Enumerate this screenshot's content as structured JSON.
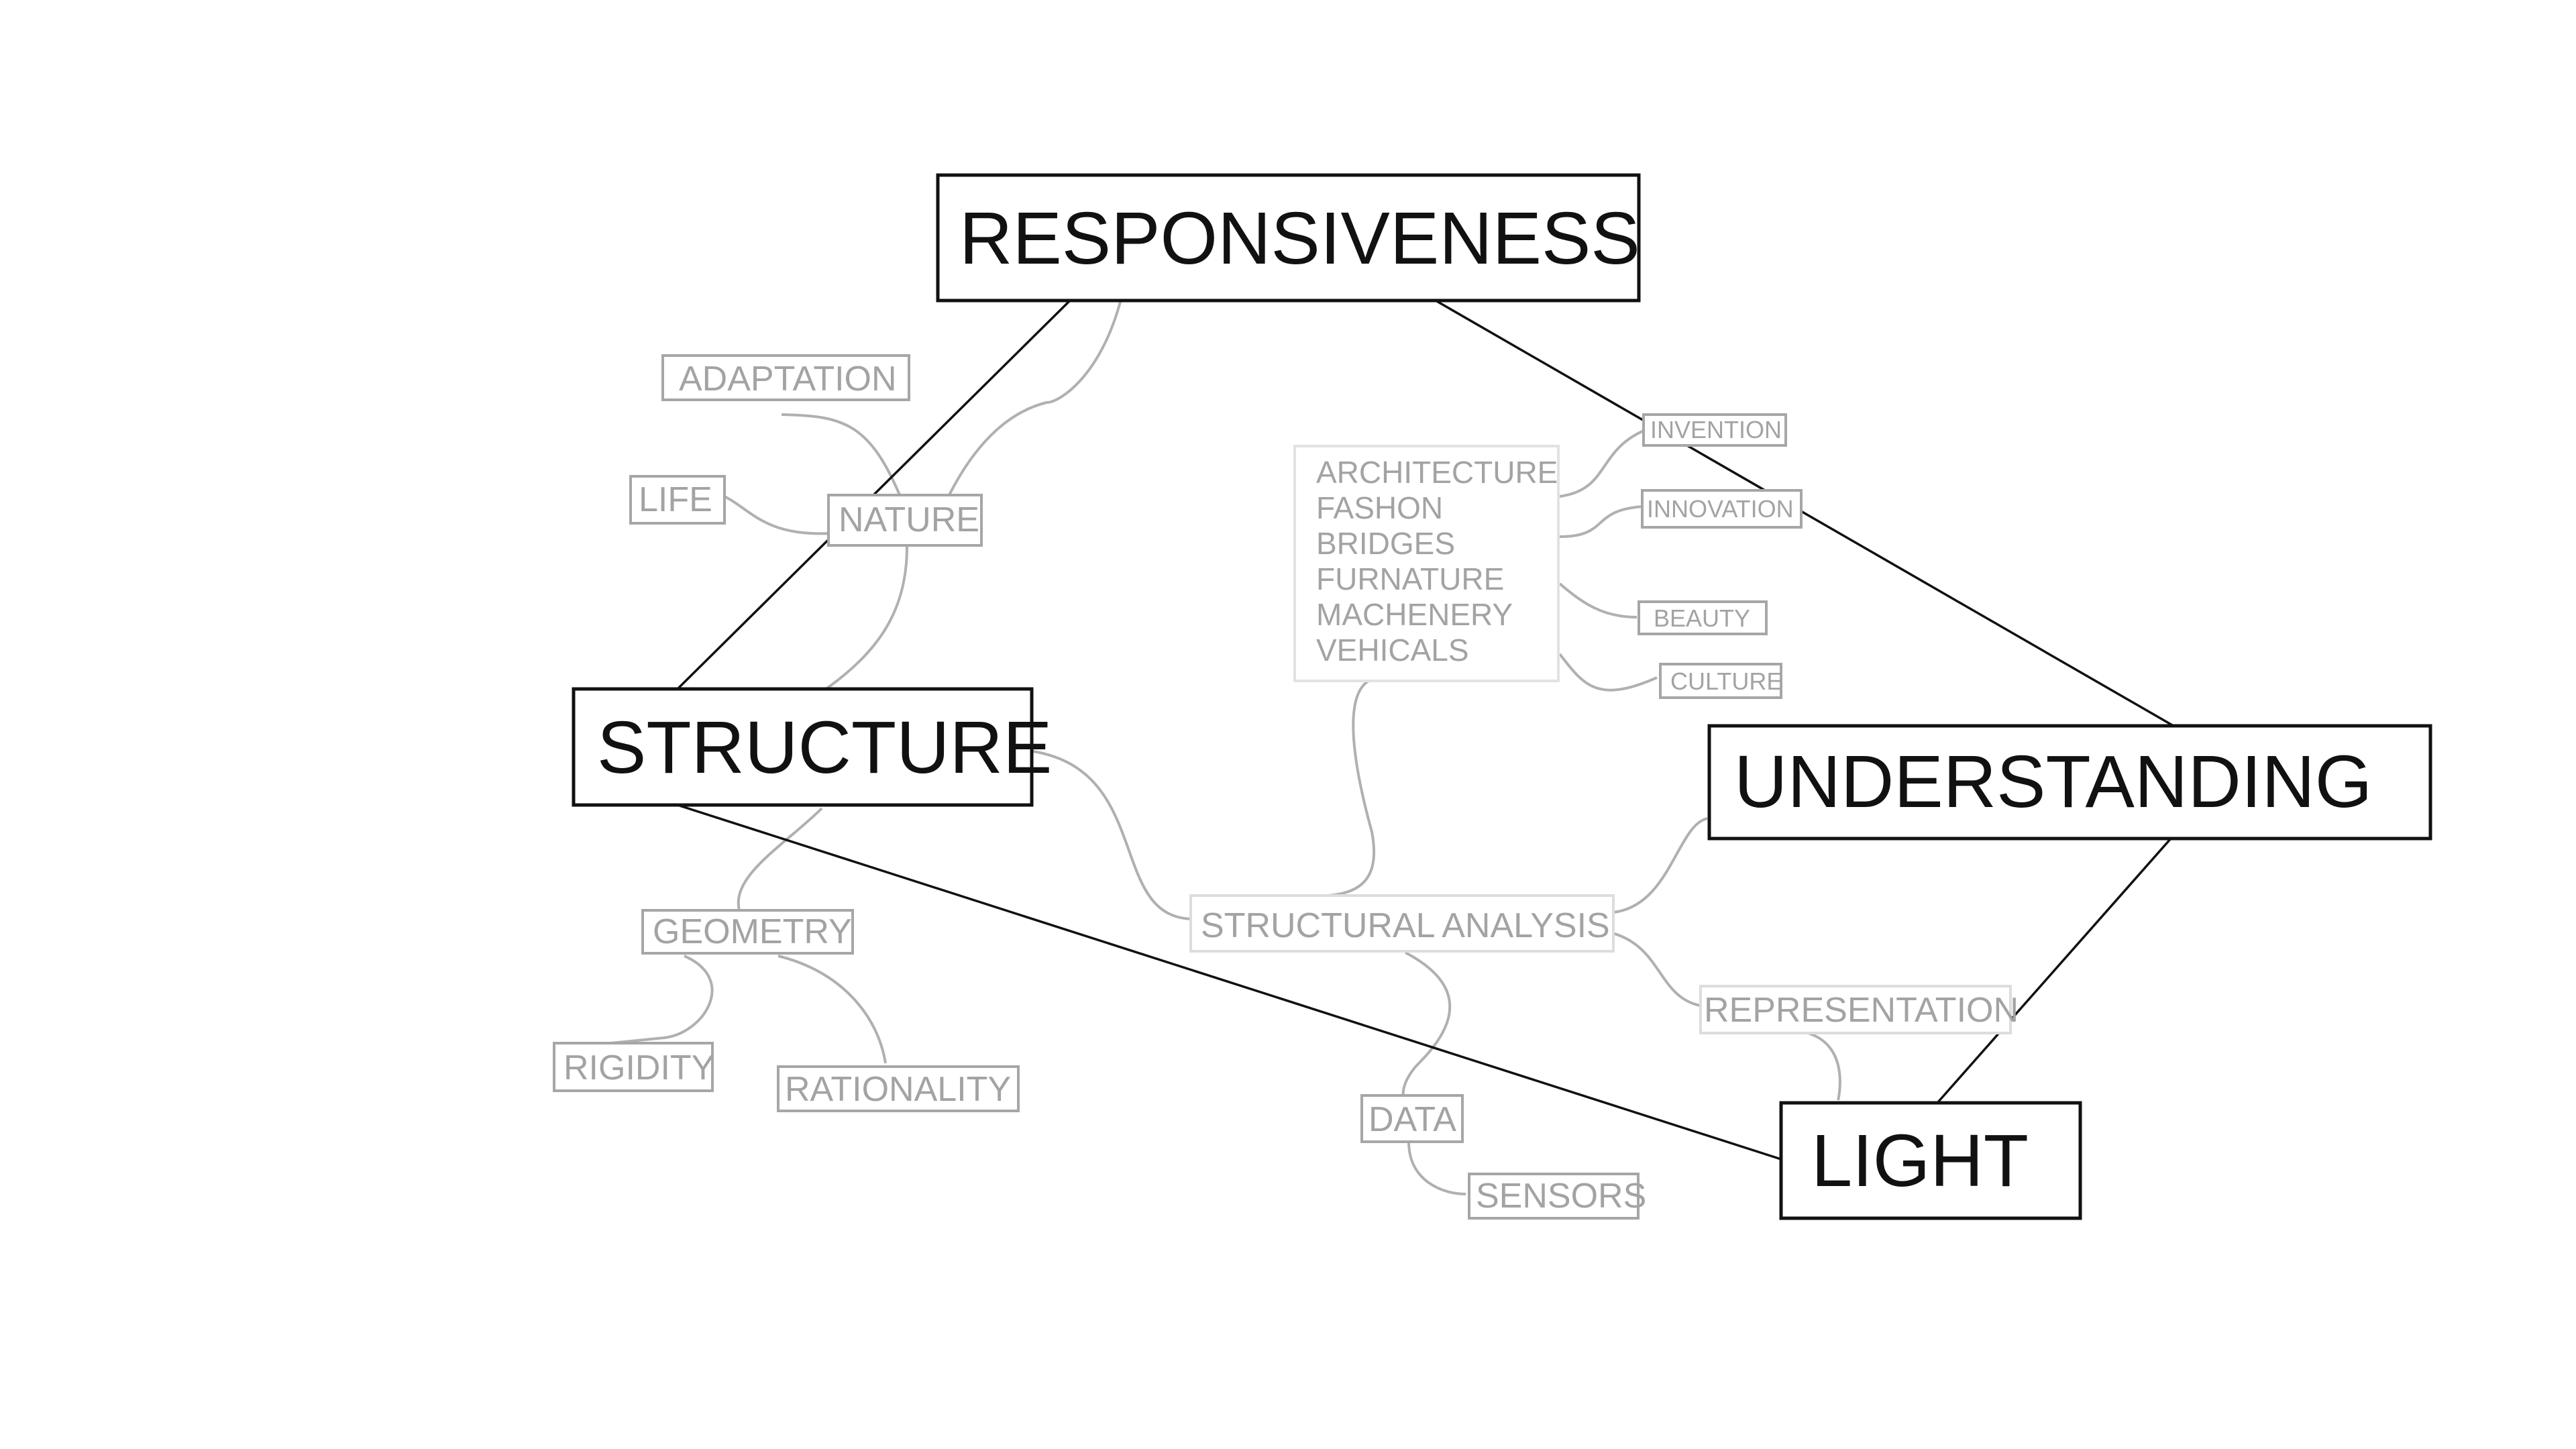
{
  "main_concepts": {
    "responsiveness": "RESPONSIVENESS",
    "structure": "STRUCTURE",
    "understanding": "UNDERSTANDING",
    "light": "LIGHT"
  },
  "sub_concepts": {
    "adaptation": "ADAPTATION",
    "life": "LIFE",
    "nature": "NATURE",
    "geometry": "GEOMETRY",
    "rigidity": "RIGIDITY",
    "rationality": "RATIONALITY",
    "structural_analysis": "STRUCTURAL ANALYSIS",
    "representation": "REPRESENTATION",
    "data": "DATA",
    "sensors": "SENSORS",
    "invention": "INVENTION",
    "innovation": "INNOVATION",
    "beauty": "BEAUTY",
    "culture": "CULTURE"
  },
  "applications": [
    "ARCHITECTURE",
    "FASHON",
    "BRIDGES",
    "FURNATURE",
    "MACHENERY",
    "VEHICALS"
  ],
  "colors": {
    "main": "#111111",
    "secondary": "#a3a3a3",
    "background": "#ffffff"
  }
}
